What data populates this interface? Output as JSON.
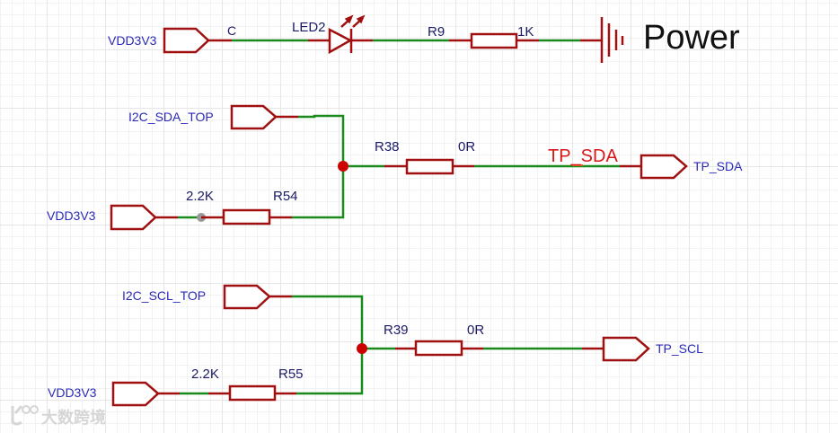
{
  "title": "Power",
  "power_section": {
    "port_label": "VDD3V3",
    "wire_net_label": "C",
    "led_designator": "LED2",
    "resistor_designator": "R9",
    "resistor_value": "1K"
  },
  "sda_section": {
    "top_port_label": "I2C_SDA_TOP",
    "pullup_port_label": "VDD3V3",
    "pullup_value": "2.2K",
    "pullup_designator": "R54",
    "series_designator": "R38",
    "series_value": "0R",
    "net_label": "TP_SDA",
    "out_port_label": "TP_SDA"
  },
  "scl_section": {
    "top_port_label": "I2C_SCL_TOP",
    "pullup_port_label": "VDD3V3",
    "pullup_value": "2.2K",
    "pullup_designator": "R55",
    "series_designator": "R39",
    "series_value": "0R",
    "out_port_label": "TP_SCL"
  },
  "watermark": "大数跨境",
  "colors": {
    "wire": "#1a8a1a",
    "component": "#a01010",
    "junction": "#cc0000",
    "net_text": "#2a2ab8",
    "designator_text": "#1a1a66"
  }
}
